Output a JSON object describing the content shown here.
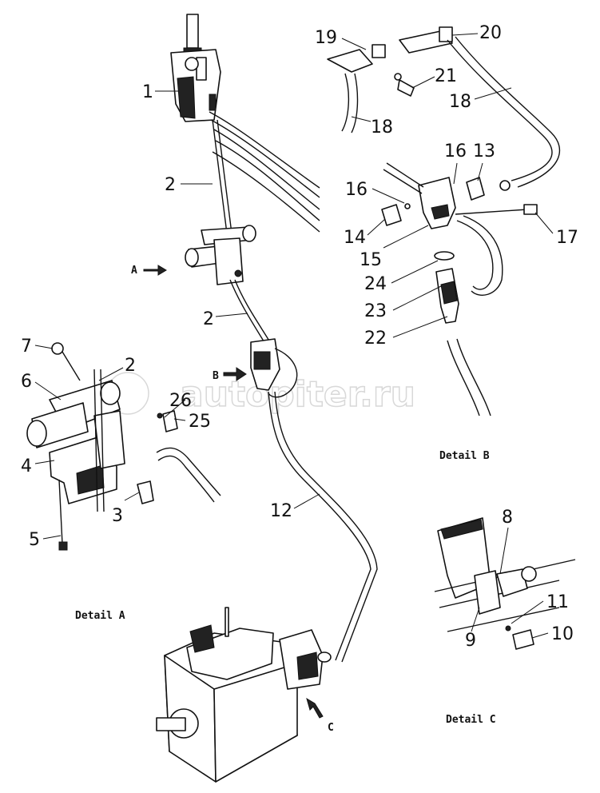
{
  "watermark": "autopiter.ru",
  "callouts": [
    {
      "id": "1",
      "text": "1"
    },
    {
      "id": "2a",
      "text": "2"
    },
    {
      "id": "2b",
      "text": "2"
    },
    {
      "id": "2c",
      "text": "2"
    },
    {
      "id": "3",
      "text": "3"
    },
    {
      "id": "4",
      "text": "4"
    },
    {
      "id": "5",
      "text": "5"
    },
    {
      "id": "6",
      "text": "6"
    },
    {
      "id": "7",
      "text": "7"
    },
    {
      "id": "8",
      "text": "8"
    },
    {
      "id": "9",
      "text": "9"
    },
    {
      "id": "10",
      "text": "10"
    },
    {
      "id": "11",
      "text": "11"
    },
    {
      "id": "12",
      "text": "12"
    },
    {
      "id": "13",
      "text": "13"
    },
    {
      "id": "14",
      "text": "14"
    },
    {
      "id": "15",
      "text": "15"
    },
    {
      "id": "16a",
      "text": "16"
    },
    {
      "id": "16b",
      "text": "16"
    },
    {
      "id": "17",
      "text": "17"
    },
    {
      "id": "18a",
      "text": "18"
    },
    {
      "id": "18b",
      "text": "18"
    },
    {
      "id": "19",
      "text": "19"
    },
    {
      "id": "20",
      "text": "20"
    },
    {
      "id": "21",
      "text": "21"
    },
    {
      "id": "22",
      "text": "22"
    },
    {
      "id": "23",
      "text": "23"
    },
    {
      "id": "24",
      "text": "24"
    },
    {
      "id": "25",
      "text": "25"
    },
    {
      "id": "26",
      "text": "26"
    }
  ],
  "view_arrows": {
    "a": "A",
    "b": "B",
    "c": "C"
  },
  "details": {
    "a": "Detail A",
    "b": "Detail B",
    "c": "Detail C"
  }
}
